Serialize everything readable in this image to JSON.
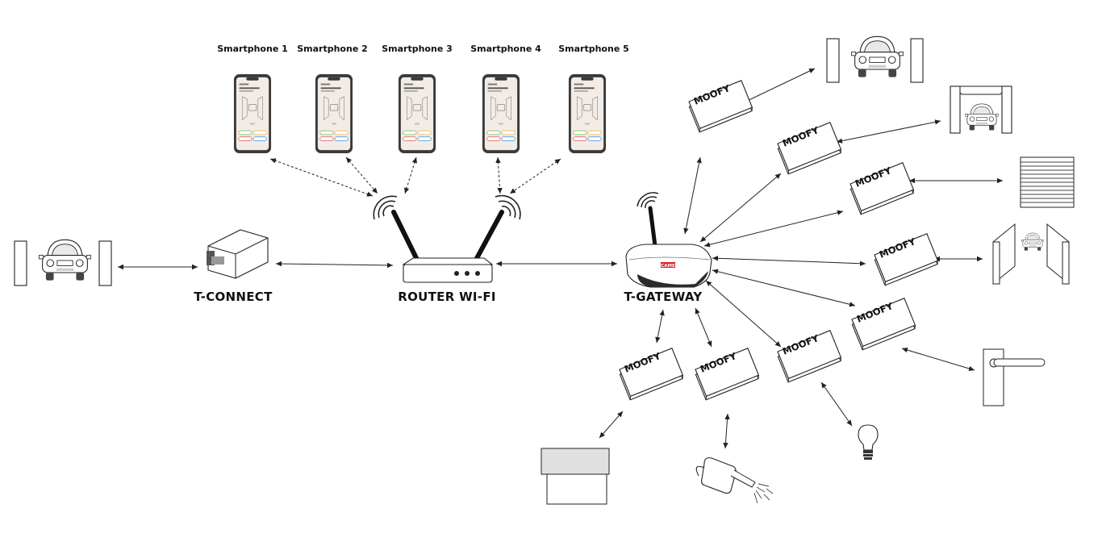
{
  "smartphones": [
    {
      "label": "Smartphone 1"
    },
    {
      "label": "Smartphone 2"
    },
    {
      "label": "Smartphone 3"
    },
    {
      "label": "Smartphone 4"
    },
    {
      "label": "Smartphone 5"
    }
  ],
  "devices": {
    "t_connect": "T-CONNECT",
    "router": "ROUTER WI-FI",
    "t_gateway": "T-GATEWAY",
    "gateway_brand": "CAME"
  },
  "moofy_modules": [
    {
      "label": "MOOFY",
      "controls": "swing-gate"
    },
    {
      "label": "MOOFY",
      "controls": "garage-door"
    },
    {
      "label": "MOOFY",
      "controls": "roller-shutter"
    },
    {
      "label": "MOOFY",
      "controls": "sliding-gate"
    },
    {
      "label": "MOOFY",
      "controls": "door-handle"
    },
    {
      "label": "MOOFY",
      "controls": "light-bulb"
    },
    {
      "label": "MOOFY",
      "controls": "watering-can"
    },
    {
      "label": "MOOFY",
      "controls": "box"
    }
  ],
  "colors": {
    "line": "#222222",
    "gateway_base": "#2b2b2b",
    "brand_red": "#d4242b",
    "phone_body": "#3a3a3a"
  }
}
